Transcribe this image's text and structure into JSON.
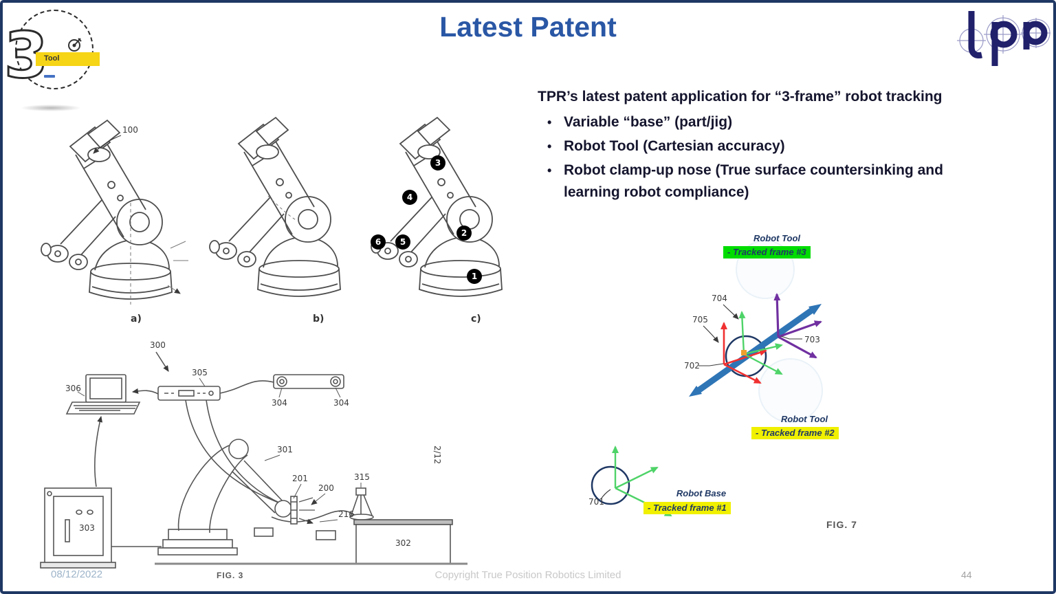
{
  "slide": {
    "title": "Latest Patent",
    "footer": {
      "date": "08/12/2022",
      "copyright": "Copyright True Position Robotics Limited",
      "page_number": "44"
    }
  },
  "badge": {
    "number": "3",
    "label": "Tool"
  },
  "brand": {
    "name": "tpr"
  },
  "content": {
    "intro": "TPR’s latest patent application for “3-frame” robot tracking",
    "bullets": [
      "Variable “base” (part/jig)",
      "Robot Tool (Cartesian accuracy)",
      "Robot clamp-up nose (True surface countersinking and learning robot compliance)"
    ]
  },
  "figures": {
    "abc": {
      "ref_100": "100",
      "captions": [
        "a)",
        "b)",
        "c)"
      ],
      "markers": [
        "1",
        "2",
        "3",
        "4",
        "5",
        "6"
      ]
    },
    "fig3": {
      "caption": "FIG. 3",
      "sheet": "2/12",
      "refs": {
        "r300": "300",
        "r301": "301",
        "r302": "302",
        "r303": "303",
        "r304a": "304",
        "r304b": "304",
        "r305": "305",
        "r306": "306",
        "r201": "201",
        "r200": "200",
        "r315": "315",
        "r216": "216"
      }
    },
    "fig7": {
      "caption": "FIG. 7",
      "refs": {
        "r701": "701",
        "r702": "702",
        "r703": "703",
        "r704": "704",
        "r705": "705"
      },
      "frames": [
        {
          "title": "Robot Tool",
          "tag": "- Tracked frame #3"
        },
        {
          "title": "Robot Tool",
          "tag": "- Tracked frame #2"
        },
        {
          "title": "Robot Base",
          "tag": "- Tracked frame #1"
        }
      ]
    }
  },
  "colors": {
    "accent_blue": "#2A57A5",
    "navy": "#1F3864",
    "green_highlight": "#00DC00",
    "yellow_highlight": "#F0F000",
    "axis_red": "#F03030",
    "axis_green": "#4ED368",
    "axis_purple": "#7030A0",
    "axis_blue": "#2E75B6"
  }
}
